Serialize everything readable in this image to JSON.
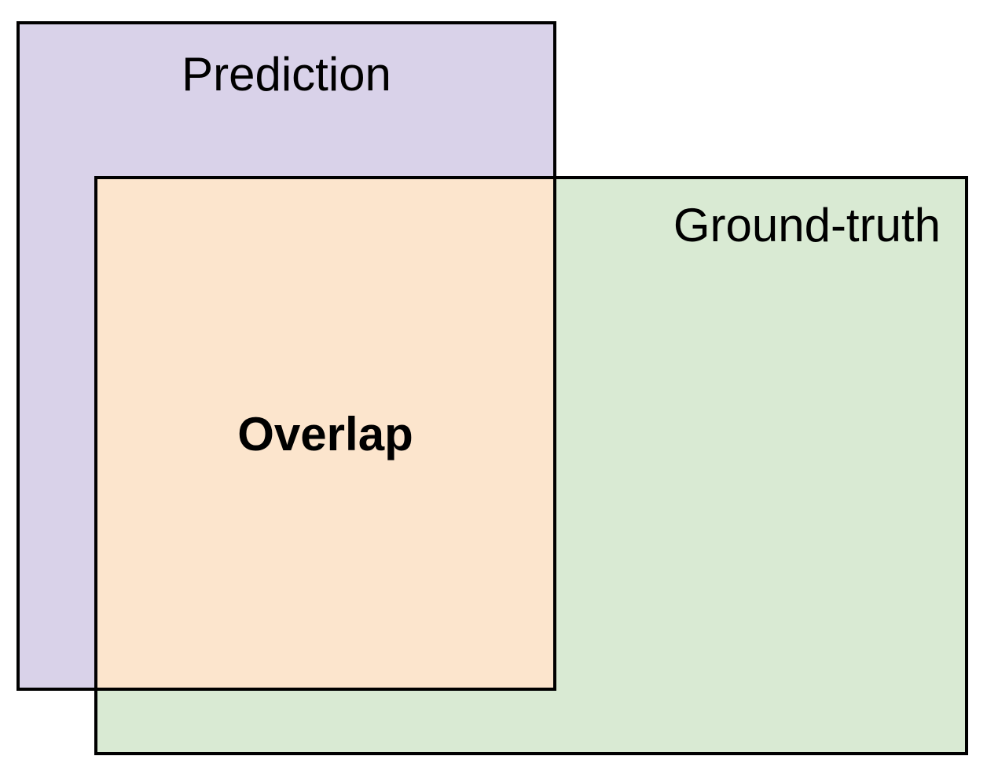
{
  "diagram": {
    "description": "Bounding-box overlap diagram with prediction, ground-truth and overlap regions",
    "background_color": "#ffffff",
    "border_color": "#000000",
    "text_color": "#000000",
    "regions": {
      "prediction": {
        "label": "Prediction",
        "fill": "#d9d2e9"
      },
      "ground_truth": {
        "label": "Ground-truth",
        "fill": "#d9ead3"
      },
      "overlap": {
        "label": "Overlap",
        "fill": "#fce5cd"
      }
    }
  }
}
